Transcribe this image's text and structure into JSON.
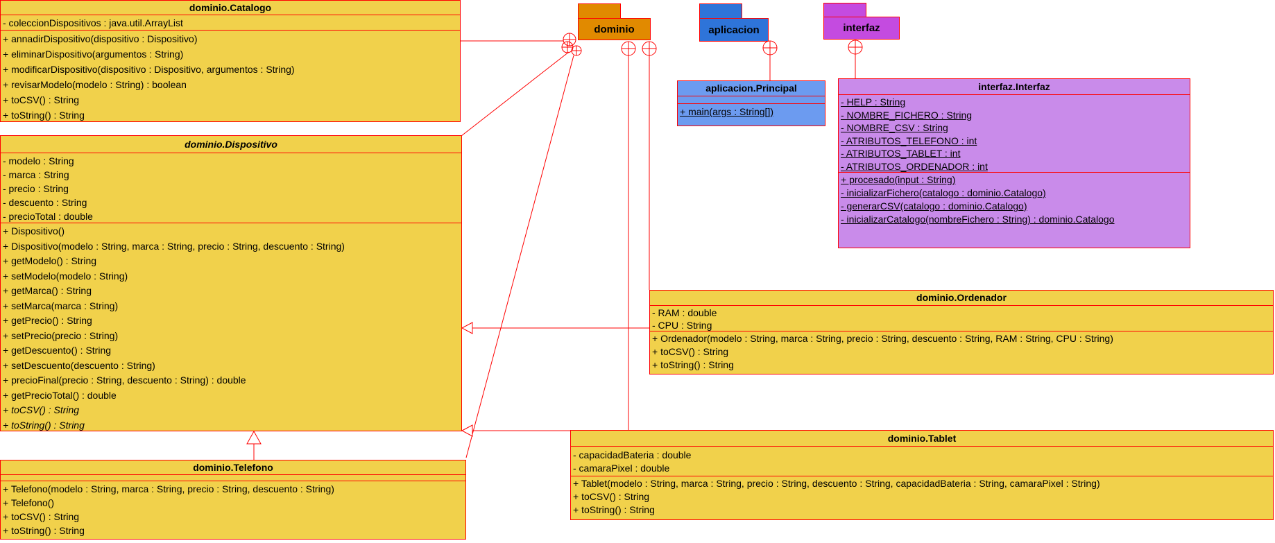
{
  "diagram_title": "UML class diagram",
  "colors": {
    "class_fill": "#F1D14B",
    "border_and_lines": "#FF0000",
    "package_dominio_fill": "#E18A00",
    "package_aplicacion_fill": "#2E74D9",
    "class_principal_fill": "#6C9BF0",
    "package_interfaz_fill": "#C44BE0",
    "class_interfaz_fill": "#C98BEA",
    "text": "#000000",
    "background": "#FFFFFF"
  },
  "icons": {
    "containment_anchor": "circled-plus",
    "generalization_arrow": "hollow-triangle"
  },
  "packages": {
    "dominio": {
      "label": "dominio"
    },
    "aplicacion": {
      "label": "aplicacion"
    },
    "interfaz": {
      "label": "interfaz"
    }
  },
  "classes": {
    "catalogo": {
      "title": "dominio.Catalogo",
      "attributes": [
        "- coleccionDispositivos : java.util.ArrayList"
      ],
      "methods": [
        "+ annadirDispositivo(dispositivo : Dispositivo)",
        "+ eliminarDispositivo(argumentos : String)",
        "+ modificarDispositivo(dispositivo : Dispositivo, argumentos : String)",
        "+ revisarModelo(modelo : String) : boolean",
        "+ toCSV() : String",
        "+ toString() : String"
      ]
    },
    "dispositivo": {
      "title": "dominio.Dispositivo",
      "attributes": [
        "- modelo : String",
        "- marca : String",
        "- precio : String",
        "- descuento : String",
        "- precioTotal : double"
      ],
      "methods": [
        "+ Dispositivo()",
        "+ Dispositivo(modelo : String, marca : String, precio : String, descuento : String)",
        "+ getModelo() : String",
        "+ setModelo(modelo : String)",
        "+ getMarca() : String",
        "+ setMarca(marca : String)",
        "+ getPrecio() : String",
        "+ setPrecio(precio : String)",
        "+ getDescuento() : String",
        "+ setDescuento(descuento : String)",
        "+ precioFinal(precio : String, descuento : String) : double",
        "+ getPrecioTotal() : double",
        "+ toCSV() : String",
        "+ toString() : String"
      ]
    },
    "telefono": {
      "title": "dominio.Telefono",
      "attributes": [],
      "methods": [
        "+ Telefono(modelo : String, marca : String, precio : String, descuento : String)",
        "+ Telefono()",
        "+ toCSV() : String",
        "+ toString() : String"
      ]
    },
    "principal": {
      "title": "aplicacion.Principal",
      "attributes": [],
      "methods": [
        "+ main(args : String[])"
      ]
    },
    "interfaz": {
      "title": "interfaz.Interfaz",
      "attributes": [
        "- HELP : String",
        "- NOMBRE_FICHERO : String",
        "- NOMBRE_CSV : String",
        "- ATRIBUTOS_TELEFONO : int",
        "- ATRIBUTOS_TABLET : int",
        "- ATRIBUTOS_ORDENADOR : int"
      ],
      "methods": [
        "+ procesado(input : String)",
        "- inicializarFichero(catalogo : dominio.Catalogo)",
        "- generarCSV(catalogo : dominio.Catalogo)",
        "- inicializarCatalogo(nombreFichero : String) : dominio.Catalogo"
      ]
    },
    "ordenador": {
      "title": "dominio.Ordenador",
      "attributes": [
        "- RAM : double",
        "- CPU : String"
      ],
      "methods": [
        "+ Ordenador(modelo : String, marca : String, precio : String, descuento : String, RAM : String, CPU : String)",
        "+ toCSV() : String",
        "+ toString() : String"
      ]
    },
    "tablet": {
      "title": "dominio.Tablet",
      "attributes": [
        "- capacidadBateria : double",
        "- camaraPixel : double"
      ],
      "methods": [
        "+ Tablet(modelo : String, marca : String, precio : String, descuento : String, capacidadBateria : String, camaraPixel : String)",
        "+ toCSV() : String",
        "+ toString() : String"
      ]
    }
  },
  "relations": [
    {
      "type": "containment",
      "from": "dominio",
      "to": "dominio.Catalogo"
    },
    {
      "type": "containment",
      "from": "dominio",
      "to": "dominio.Dispositivo"
    },
    {
      "type": "containment",
      "from": "dominio",
      "to": "dominio.Telefono"
    },
    {
      "type": "containment",
      "from": "dominio",
      "to": "dominio.Ordenador"
    },
    {
      "type": "containment",
      "from": "dominio",
      "to": "dominio.Tablet"
    },
    {
      "type": "containment",
      "from": "aplicacion",
      "to": "aplicacion.Principal"
    },
    {
      "type": "containment",
      "from": "interfaz",
      "to": "interfaz.Interfaz"
    },
    {
      "type": "generalization",
      "from": "dominio.Telefono",
      "to": "dominio.Dispositivo"
    },
    {
      "type": "generalization",
      "from": "dominio.Ordenador",
      "to": "dominio.Dispositivo"
    },
    {
      "type": "generalization",
      "from": "dominio.Tablet",
      "to": "dominio.Dispositivo"
    }
  ]
}
